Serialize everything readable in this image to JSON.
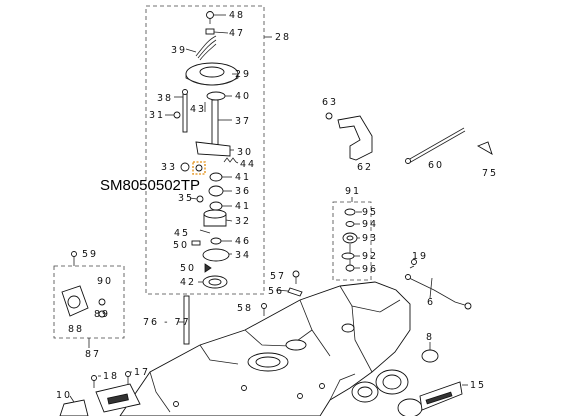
{
  "callouts": {
    "c48": "48",
    "c47": "47",
    "c28": "28",
    "c39": "39",
    "c29": "29",
    "c38": "38",
    "c40": "40",
    "c43": "43",
    "c31": "31",
    "c37": "37",
    "c30": "30",
    "c33": "33",
    "c44": "44",
    "c41a": "41",
    "c36": "36",
    "c35": "35",
    "c41b": "41",
    "c32": "32",
    "c45": "45",
    "c46": "46",
    "c50a": "50",
    "c34": "34",
    "c50b": "50",
    "c42": "42",
    "c63": "63",
    "c62": "62",
    "c60": "60",
    "c75": "75",
    "c91": "91",
    "c95": "95",
    "c94": "94",
    "c93": "93",
    "c92": "92",
    "c96": "96",
    "c19": "19",
    "c6": "6",
    "c59": "59",
    "c90": "90",
    "c89": "89",
    "c88": "88",
    "c87": "87",
    "c57": "57",
    "c56": "56",
    "c58": "58",
    "c7677": "76 - 77",
    "c8": "8",
    "c18": "18",
    "c17": "17",
    "c10": "10",
    "c15": "15"
  },
  "part_number": "SM8050502TP",
  "highlight_color": "#e8a23a"
}
